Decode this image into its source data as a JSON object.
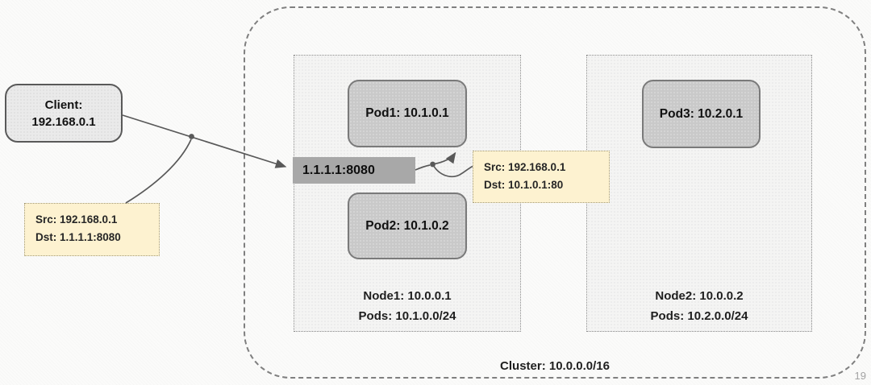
{
  "page": {
    "slide_number": "19"
  },
  "client": {
    "line1": "Client:",
    "line2": "192.168.0.1"
  },
  "cluster": {
    "label": "Cluster: 10.0.0.0/16"
  },
  "nodes": [
    {
      "name_line": "Node1: 10.0.0.1",
      "pods_line": "Pods: 10.1.0.0/24",
      "pods": [
        {
          "label": "Pod1: 10.1.0.1"
        },
        {
          "label": "Pod2: 10.1.0.2"
        }
      ]
    },
    {
      "name_line": "Node2: 10.0.0.2",
      "pods_line": "Pods: 10.2.0.0/24",
      "pods": [
        {
          "label": "Pod3: 10.2.0.1"
        }
      ]
    }
  ],
  "service_endpoint": {
    "label": "1.1.1.1:8080"
  },
  "annotations": [
    {
      "src": "Src: 192.168.0.1",
      "dst": "Dst: 1.1.1.1:8080"
    },
    {
      "src": "Src: 192.168.0.1",
      "dst": "Dst: 10.1.0.1:80"
    }
  ],
  "colors": {
    "pod_fill": "#c9c9c9",
    "pod_border": "#7a7a7a",
    "client_fill": "#eaeaea",
    "endpoint_fill": "#a8a8a8",
    "annotation_fill": "#fdf2d0",
    "connector_line": "#595959",
    "cluster_border": "#7f7f7f",
    "node_fill": "#f4f4f3"
  }
}
